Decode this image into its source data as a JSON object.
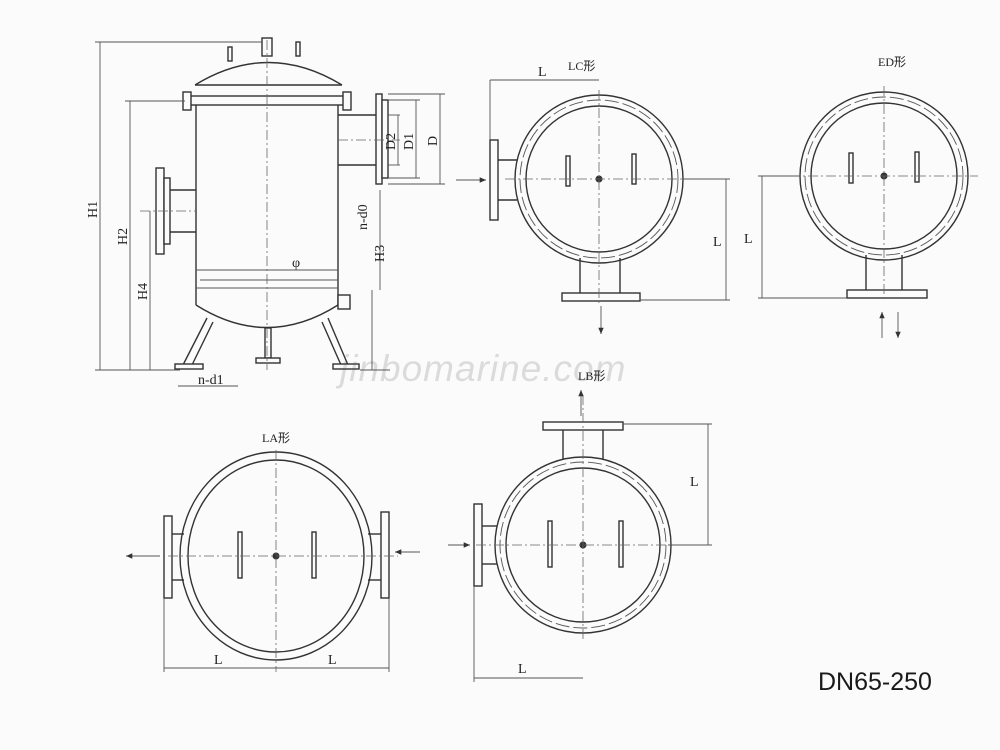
{
  "side_view": {
    "labels": {
      "h1": "H1",
      "h2": "H2",
      "h3": "H3",
      "h4": "H4",
      "d": "D",
      "d1": "D1",
      "d2": "D2",
      "n_d0": "n-d0",
      "n_d1": "n-d1",
      "phi": "φ"
    }
  },
  "views": {
    "lc": {
      "title": "LC形",
      "dim": "L"
    },
    "ed": {
      "title": "ED形",
      "dim": "L"
    },
    "la": {
      "title": "LA形",
      "dim": "L"
    },
    "lb": {
      "title": "LB形",
      "dim": "L"
    }
  },
  "model": "DN65-250",
  "watermark": "jinbomarine.com"
}
